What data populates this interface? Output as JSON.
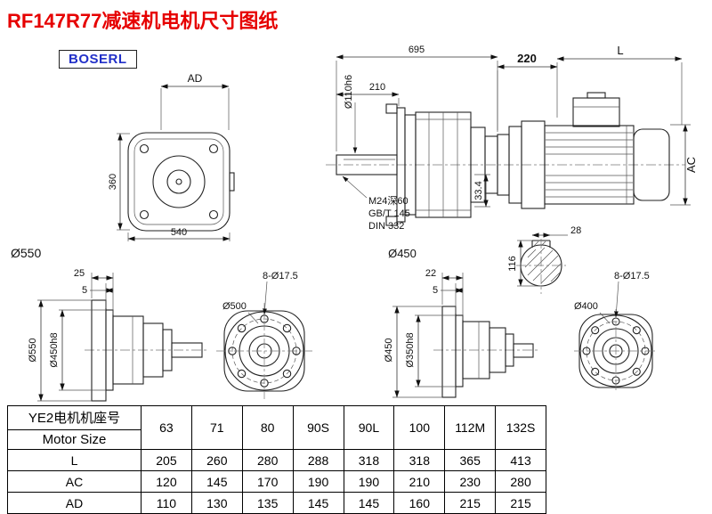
{
  "title": "RF147R77减速机电机尺寸图纸",
  "logo": "BOSERL",
  "drawing": {
    "front_view": {
      "ad": "AD",
      "height": "360",
      "width": "540",
      "od": "Ø550"
    },
    "side_view": {
      "overall": "695",
      "shaft_len": "210",
      "shaft_dia": "Ø110h6",
      "tap_line1": "M24深60",
      "tap_line2": "GB/T 145",
      "tap_line3": "DIN 332",
      "key_height": "33.4",
      "flange_od": "Ø450"
    },
    "motor_view": {
      "adapter_len": "220",
      "motor_len": "L",
      "motor_od": "AC",
      "key_width": "28",
      "shaft_key_height": "116"
    },
    "flange_side_1": {
      "dim1": "25",
      "dim2": "5",
      "od": "Ø550",
      "spigot": "Ø450h8"
    },
    "flange_front_1": {
      "holes": "8-Ø17.5",
      "od": "Ø500"
    },
    "flange_side_2": {
      "dim1": "22",
      "dim2": "5",
      "od": "Ø450",
      "spigot": "Ø350h8"
    },
    "flange_front_2": {
      "holes": "8-Ø17.5",
      "od": "Ø400"
    }
  },
  "table": {
    "header_line1": "YE2电机机座号",
    "header_line2": "Motor Size",
    "columns": [
      "63",
      "71",
      "80",
      "90S",
      "90L",
      "100",
      "112M",
      "132S"
    ],
    "rows": [
      {
        "label": "L",
        "values": [
          "205",
          "260",
          "280",
          "288",
          "318",
          "318",
          "365",
          "413"
        ]
      },
      {
        "label": "AC",
        "values": [
          "120",
          "145",
          "170",
          "190",
          "190",
          "210",
          "230",
          "280"
        ]
      },
      {
        "label": "AD",
        "values": [
          "110",
          "130",
          "135",
          "145",
          "145",
          "160",
          "215",
          "215"
        ]
      }
    ]
  }
}
